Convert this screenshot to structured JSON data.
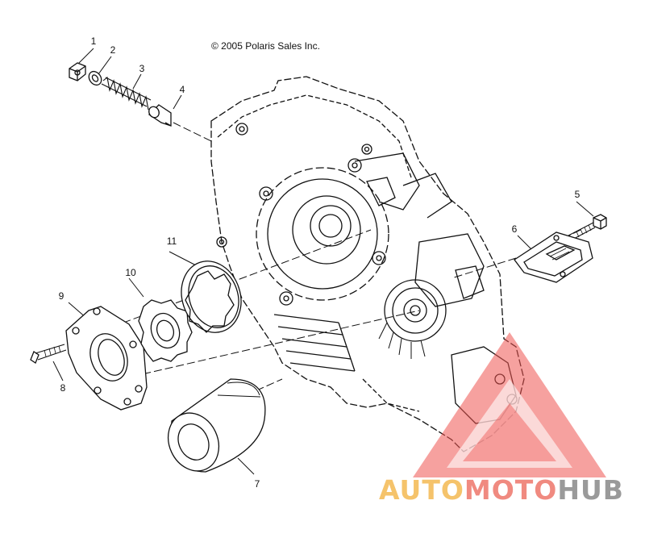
{
  "copyright": "© 2005 Polaris Sales Inc.",
  "callouts": [
    "1",
    "2",
    "3",
    "4",
    "5",
    "6",
    "7",
    "8",
    "9",
    "10",
    "11"
  ],
  "watermark": {
    "part1": "AUTO",
    "part2": "MOTO",
    "part3": "HUB",
    "colors": {
      "auto": "#f5c36b",
      "moto": "#f08a80",
      "hub": "#9a9a9a",
      "triangle": "#ef5350"
    }
  }
}
